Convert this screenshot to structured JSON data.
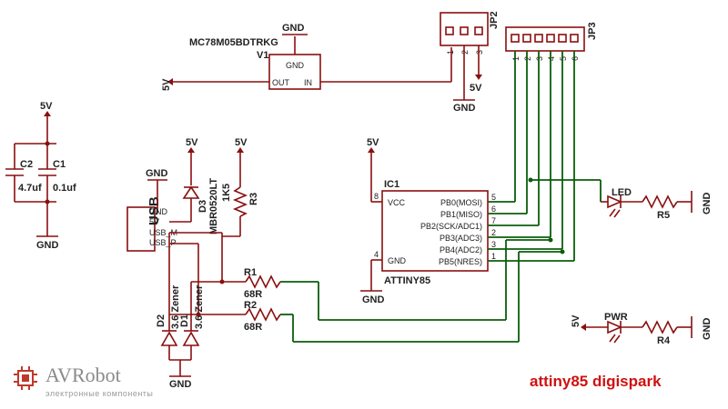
{
  "regulator": {
    "part": "MC78M05BDTRKG",
    "ref": "V1",
    "gnd": "GND",
    "out": "OUT",
    "in": "IN"
  },
  "net_5v": "5V",
  "net_gnd": "GND",
  "jp2": {
    "ref": "JP2",
    "pins": [
      "1",
      "2",
      "3"
    ]
  },
  "jp3": {
    "ref": "JP3",
    "pins": [
      "1",
      "2",
      "3",
      "4",
      "5",
      "6"
    ]
  },
  "caps": {
    "c2_ref": "C2",
    "c2_val": "4.7uf",
    "c1_ref": "C1",
    "c1_val": "0.1uf"
  },
  "usb": {
    "label": "USB",
    "pins": [
      "GND",
      "5V",
      "USB_M",
      "USB_P"
    ]
  },
  "d3": {
    "ref": "D3",
    "part": "MBR0520LT"
  },
  "r3": {
    "ref": "R3",
    "val": "1K5"
  },
  "r1": {
    "ref": "R1",
    "val": "68R"
  },
  "r2": {
    "ref": "R2",
    "val": "68R"
  },
  "d1": {
    "ref": "D1",
    "val": "3.6 Zener"
  },
  "d2": {
    "ref": "D2",
    "val": "3.6 Zener"
  },
  "ic1": {
    "ref": "IC1",
    "part": "ATTINY85",
    "vcc": "VCC",
    "gnd": "GND",
    "vcc_pin": "8",
    "gnd_pin": "4",
    "pins": [
      {
        "name": "PB0(MOSI)",
        "num": "5"
      },
      {
        "name": "PB1(MISO)",
        "num": "6"
      },
      {
        "name": "PB2(SCK/ADC1)",
        "num": "7"
      },
      {
        "name": "PB3(ADC3)",
        "num": "2"
      },
      {
        "name": "PB4(ADC2)",
        "num": "3"
      },
      {
        "name": "PB5(NRES)",
        "num": "1"
      }
    ]
  },
  "led": {
    "ref": "LED",
    "res": "R5"
  },
  "pwr": {
    "ref": "PWR",
    "res": "R4"
  },
  "brand": {
    "name": "AVRobot",
    "tagline": "электронные компоненты"
  },
  "title": "attiny85 digispark",
  "colors": {
    "wire": "#8a0f0f",
    "signal": "#0b5d0b",
    "title": "#d01010",
    "brand": "#8a8a8a"
  }
}
